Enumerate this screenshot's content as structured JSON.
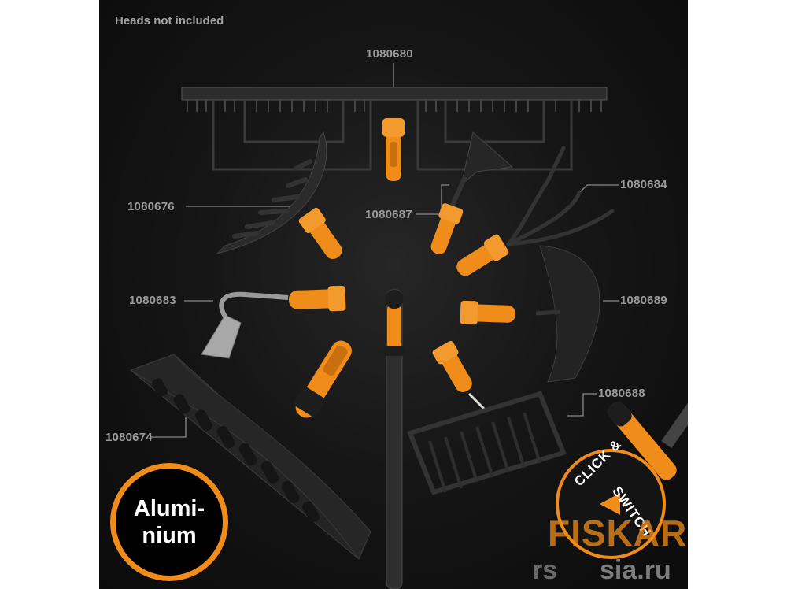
{
  "note": "Heads not included",
  "badge": {
    "line1": "Alumi-",
    "line2": "nium"
  },
  "labels": {
    "a": "1080680",
    "b": "1080676",
    "c": "1080687",
    "d": "1080684",
    "e": "1080683",
    "f": "1080689",
    "g": "1080674",
    "h": "1080688"
  },
  "click_switch": {
    "top": "CLICK &",
    "bottom": "SWITCH"
  },
  "watermark": {
    "brand": "FISKARS",
    "site": "sia.ru",
    "site_prefix": "rs"
  },
  "colors": {
    "accent": "#f08c1a",
    "background": "#141414",
    "label": "#9a9a9a",
    "tool": "#2a2a2a"
  }
}
